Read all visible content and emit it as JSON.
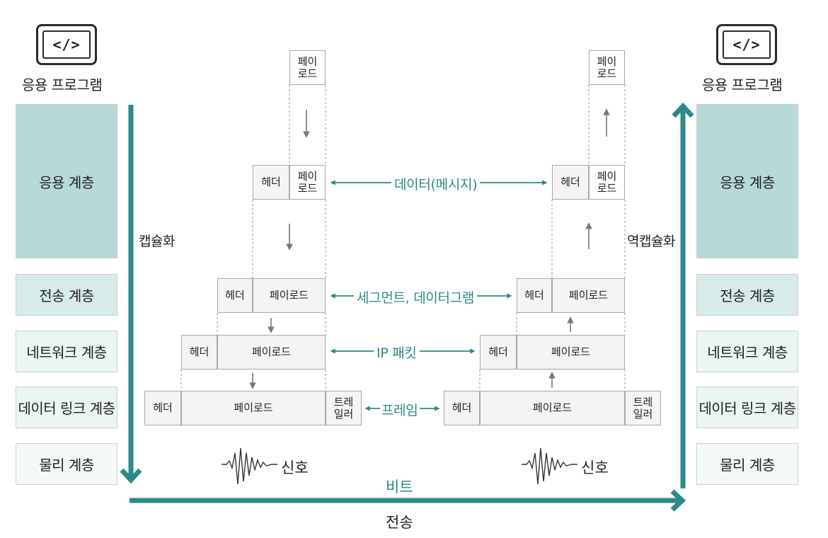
{
  "sender": {
    "app_icon": "code-icon",
    "app_label": "응용 프로그램",
    "layers": [
      "응용 계층",
      "전송 계층",
      "네트워크 계층",
      "데이터 링크 계층",
      "물리 계층"
    ]
  },
  "receiver": {
    "app_icon": "code-icon",
    "app_label": "응용 프로그램",
    "layers": [
      "응용 계층",
      "전송 계층",
      "네트워크 계층",
      "데이터 링크 계층",
      "물리 계층"
    ]
  },
  "icon_text": "</>",
  "encapsulation_label": "캡슐화",
  "decapsulation_label": "역캡슐화",
  "bit_label": "비트",
  "transmission_label": "전송",
  "signal_label": "신호",
  "header": "헤더",
  "payload": "페이로드",
  "payload_split": [
    "페이",
    "로드"
  ],
  "trailer_split": [
    "트레",
    "일러"
  ],
  "pdu_labels": {
    "application": "데이터(메시지)",
    "transport": "세그먼트, 데이터그램",
    "network": "IP 패킷",
    "datalink": "프레임"
  },
  "colors": {
    "accent": "#2b8a85",
    "layer_app": "#b7d9d8",
    "layer_transport": "#d6ebea",
    "layer_network": "#eaf5f4",
    "layer_physical": "#f3f9f9"
  }
}
